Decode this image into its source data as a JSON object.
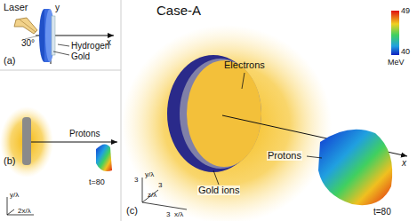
{
  "diagram": {
    "labels": [
      "Laser",
      "30°",
      "y",
      "x",
      "Hydrogen",
      "Gold",
      "(a)",
      "Case-A",
      "49",
      "40",
      "MeV",
      "Electrons",
      "Gold ions",
      "Protons",
      "x",
      "(c)",
      "t=80",
      "(b)",
      "Protons",
      "t=80",
      "y/λ",
      "2x/λ",
      "y/λ",
      "3",
      "3",
      "z/λ",
      "x/λ",
      "3"
    ]
  }
}
